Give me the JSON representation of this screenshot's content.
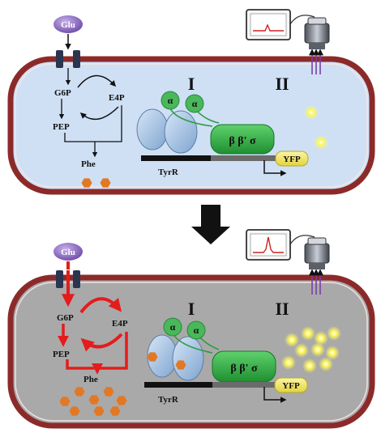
{
  "colors": {
    "membrane": "#8c2a2a",
    "cell_before": "#cfe0f5",
    "cell_after": "#a9a9a9",
    "glu": "#8e6bbf",
    "channel": "#2b3550",
    "normal_arrow": "#111111",
    "boosted_arrow": "#e51c1c",
    "phe": "#e27824",
    "tyrr": "#9fbde0",
    "alpha": "#49b75a",
    "rnap": "#29a83d",
    "yfp": "#f3e96b",
    "signal": "#cf2222",
    "fluorescence": "#fff85a",
    "transporter": "#7a3fa8",
    "down_arrow": "#111111"
  },
  "panels": [
    {
      "state": "basal",
      "glu": "Glu",
      "g6p": "G6P",
      "e4p": "E4P",
      "pep": "PEP",
      "phe": "Phe",
      "tyrr": "TyrR",
      "region_one": "I",
      "region_two": "II",
      "alpha_left": "α",
      "alpha_right": "α",
      "rnap": "β β' σ",
      "yfp": "YFP",
      "phe_count": 2,
      "glow_count": 2,
      "monitor_icon": "monitor-with-low-peak-icon",
      "detector_icon": "detector-icon"
    },
    {
      "state": "enhanced",
      "glu": "Glu",
      "g6p": "G6P",
      "e4p": "E4P",
      "pep": "PEP",
      "phe": "Phe",
      "tyrr": "TyrR",
      "region_one": "I",
      "region_two": "II",
      "alpha_left": "α",
      "alpha_right": "α",
      "rnap": "β β' σ",
      "yfp": "YFP",
      "phe_count": 8,
      "glow_count": 10,
      "monitor_icon": "monitor-with-high-peak-icon",
      "detector_icon": "detector-icon"
    }
  ],
  "transition_icon": "down-arrow-icon"
}
